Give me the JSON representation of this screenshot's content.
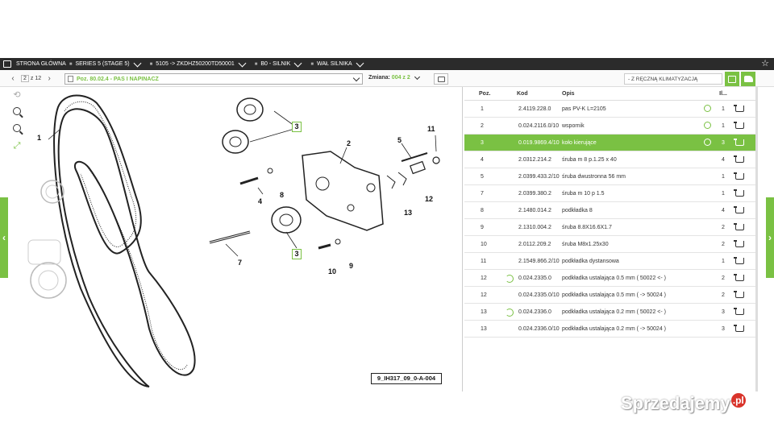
{
  "breadcrumb": [
    {
      "label": "STRONA GŁÓWNA"
    },
    {
      "label": "SERIES 5 (STAGE 5)"
    },
    {
      "label": "5105 -> ZKDHZ50200TD50001"
    },
    {
      "label": "B0 - SILNIK"
    },
    {
      "label": "WAŁ SILNIKA"
    }
  ],
  "toolbar": {
    "page_current": "2",
    "page_of": "z 12",
    "position_title": "Poz. 80.02.4 - PAS I NAPINACZ",
    "change_label": "Zmiana:",
    "change_value": "004 z 2",
    "filter_value": "- Z RĘCZNĄ KLIMATYZACJĄ"
  },
  "diagram": {
    "code": "9_IH317_09_0-A-004",
    "labels": [
      "1",
      "2",
      "3",
      "3",
      "4",
      "5",
      "7",
      "8",
      "9",
      "10",
      "11",
      "12",
      "13"
    ]
  },
  "table": {
    "headers": {
      "pos": "Poz.",
      "kod": "Kod",
      "opis": "Opis",
      "il": "Il..."
    },
    "rows": [
      {
        "pos": "1",
        "kod": "2.4119.228.0",
        "opis": "pas PV-K L=2105",
        "il": "1",
        "clock": true,
        "repl": false,
        "selected": false
      },
      {
        "pos": "2",
        "kod": "0.024.2116.0/10",
        "opis": "wspornik",
        "il": "1",
        "clock": true,
        "repl": false,
        "selected": false
      },
      {
        "pos": "3",
        "kod": "0.019.9869.4/10",
        "opis": "koło kierujące",
        "il": "3",
        "clock": true,
        "repl": false,
        "selected": true
      },
      {
        "pos": "4",
        "kod": "2.0312.214.2",
        "opis": "śruba m 8 p.1.25 x 40",
        "il": "4",
        "clock": false,
        "repl": false,
        "selected": false
      },
      {
        "pos": "5",
        "kod": "2.0399.433.2/10",
        "opis": "śruba dwustronna 56 mm",
        "il": "1",
        "clock": false,
        "repl": false,
        "selected": false
      },
      {
        "pos": "7",
        "kod": "2.0399.380.2",
        "opis": "śruba m 10 p 1.5",
        "il": "1",
        "clock": false,
        "repl": false,
        "selected": false
      },
      {
        "pos": "8",
        "kod": "2.1480.014.2",
        "opis": "podkładka 8",
        "il": "4",
        "clock": false,
        "repl": false,
        "selected": false
      },
      {
        "pos": "9",
        "kod": "2.1310.004.2",
        "opis": "śruba 8.8X16.6X1.7",
        "il": "2",
        "clock": false,
        "repl": false,
        "selected": false
      },
      {
        "pos": "10",
        "kod": "2.0112.209.2",
        "opis": "śruba M8x1.25x30",
        "il": "2",
        "clock": false,
        "repl": false,
        "selected": false
      },
      {
        "pos": "11",
        "kod": "2.1549.866.2/10",
        "opis": "podkładka dystansowa",
        "il": "1",
        "clock": false,
        "repl": false,
        "selected": false
      },
      {
        "pos": "12",
        "kod": "0.024.2335.0",
        "opis": "podkładka ustalająca 0.5 mm ( 50022 <- )",
        "il": "2",
        "clock": false,
        "repl": true,
        "selected": false
      },
      {
        "pos": "12",
        "kod": "0.024.2335.0/10",
        "opis": "podkładka ustalająca 0.5 mm ( -> 50024 )",
        "il": "2",
        "clock": false,
        "repl": false,
        "selected": false
      },
      {
        "pos": "13",
        "kod": "0.024.2336.0",
        "opis": "podkładka ustalająca 0.2 mm ( 50022 <- )",
        "il": "3",
        "clock": false,
        "repl": true,
        "selected": false
      },
      {
        "pos": "13",
        "kod": "0.024.2336.0/10",
        "opis": "podkładka ustalająca 0.2 mm ( -> 50024 )",
        "il": "3",
        "clock": false,
        "repl": false,
        "selected": false
      }
    ]
  },
  "watermark": {
    "text": "Sprzedajemy",
    "badge": ".pl"
  },
  "icons": [
    "home-icon",
    "chevron-down-icon",
    "star-icon",
    "arrow-left-icon",
    "arrow-right-icon",
    "document-icon",
    "print-icon",
    "clipboard-check-icon",
    "tractor-icon",
    "refresh-icon",
    "zoom-in-icon",
    "zoom-out-icon",
    "fullscreen-icon",
    "clock-icon",
    "replacement-icon",
    "cart-icon"
  ],
  "colors": {
    "accent": "#7ac143",
    "header_bg": "#2b2b2b",
    "selected_row": "#7ac143"
  }
}
